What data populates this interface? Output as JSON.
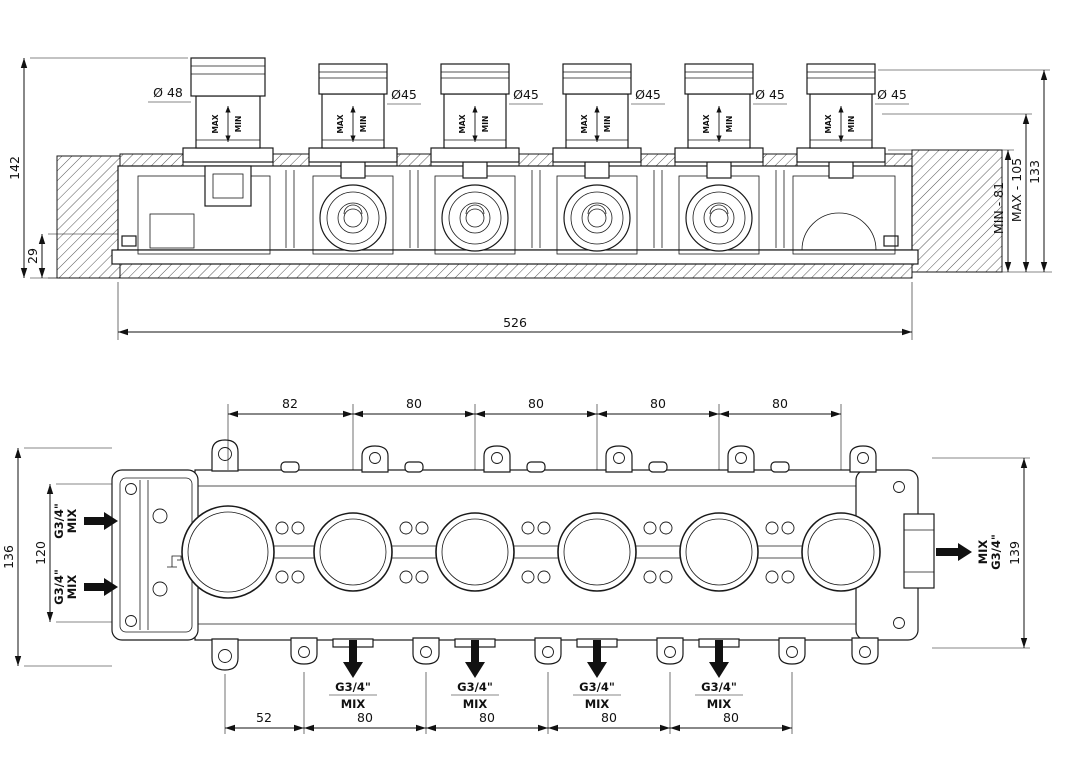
{
  "drawing": {
    "top_view": {
      "diameters": [
        "Ø 48",
        "Ø45",
        "Ø45",
        "Ø45",
        "Ø 45",
        "Ø 45"
      ],
      "max_label": "MAX",
      "min_label": "MIN",
      "dims": {
        "total_height": "142",
        "base_depth": "29",
        "total_width": "526",
        "right_total": "133",
        "right_max": "MAX - 105",
        "right_min": "MIN - 81"
      }
    },
    "bottom_view": {
      "top_dims": [
        "82",
        "80",
        "80",
        "80",
        "80"
      ],
      "bottom_dims": [
        "52",
        "80",
        "80",
        "80",
        "80"
      ],
      "left_total_height": "136",
      "left_inner_height": "120",
      "right_height": "139",
      "ports": {
        "thread": "G3/4\"",
        "mix": "MIX"
      }
    }
  }
}
